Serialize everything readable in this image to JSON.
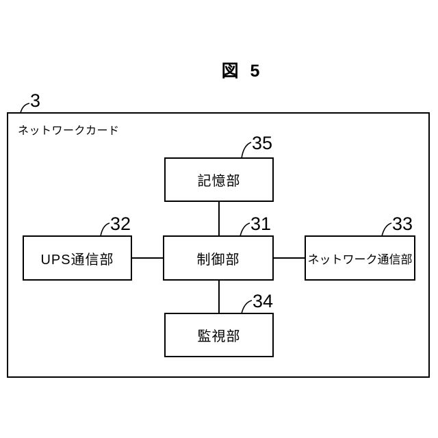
{
  "figure": {
    "title": "図 5",
    "outer": {
      "ref": "3",
      "label": "ネットワークカード"
    },
    "nodes": [
      {
        "id": "storage",
        "ref": "35",
        "label": "記憶部"
      },
      {
        "id": "ups-comm",
        "ref": "32",
        "label": "UPS通信部"
      },
      {
        "id": "control",
        "ref": "31",
        "label": "制御部"
      },
      {
        "id": "network-comm",
        "ref": "33",
        "label": "ネットワーク通信部"
      },
      {
        "id": "monitor",
        "ref": "34",
        "label": "監視部"
      }
    ],
    "edges": [
      {
        "from": "storage",
        "to": "control"
      },
      {
        "from": "ups-comm",
        "to": "control"
      },
      {
        "from": "control",
        "to": "network-comm"
      },
      {
        "from": "control",
        "to": "monitor"
      }
    ]
  }
}
